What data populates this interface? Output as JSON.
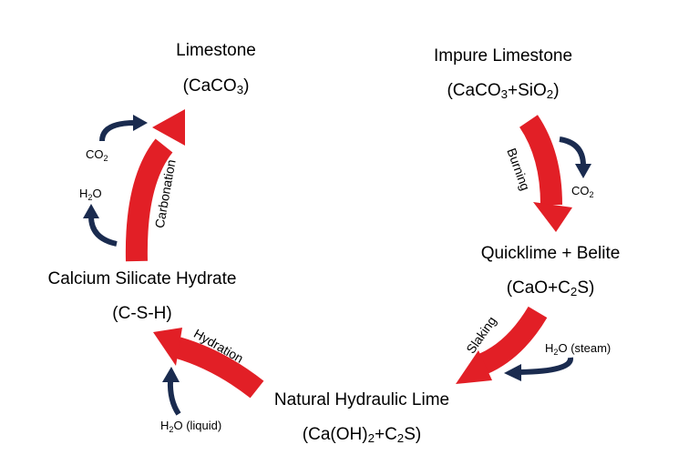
{
  "nodes": {
    "limestone": {
      "name": "Limestone",
      "formula_pre": "(CaCO",
      "formula_sub": "3",
      "formula_post": ")"
    },
    "impure_limestone": {
      "name": "Impure Limestone",
      "formula_a": "(CaCO",
      "formula_a_sub": "3",
      "formula_b": "+SiO",
      "formula_b_sub": "2",
      "formula_c": ")"
    },
    "quicklime": {
      "name": "Quicklime + Belite",
      "formula_pre": "(CaO+C",
      "formula_sub": "2",
      "formula_post": "S)"
    },
    "nhl": {
      "name": "Natural Hydraulic Lime",
      "formula_a": "(Ca(OH)",
      "formula_a_sub": "2",
      "formula_b": "+C",
      "formula_b_sub": "2",
      "formula_c": "S)"
    },
    "csh": {
      "name": "Calcium Silicate Hydrate",
      "formula": "(C-S-H)"
    }
  },
  "processes": {
    "carbonation": "Carbonation",
    "burning": "Burning",
    "slaking": "Slaking",
    "hydration": "Hydration"
  },
  "inputs": {
    "co2_top": {
      "main": "CO",
      "sub": "2"
    },
    "h2o_left": {
      "main": "H",
      "sub": "2",
      "post": "O"
    },
    "co2_burning": {
      "main": "CO",
      "sub": "2"
    },
    "h2o_steam": {
      "main": "H",
      "sub": "2",
      "post": "O",
      "note": "(steam)"
    },
    "h2o_liquid": {
      "main": "H",
      "sub": "2",
      "post": "O",
      "note": "(liquid)"
    }
  },
  "colors": {
    "process_arrow": "#e21f26",
    "input_arrow": "#1a2b4f"
  }
}
